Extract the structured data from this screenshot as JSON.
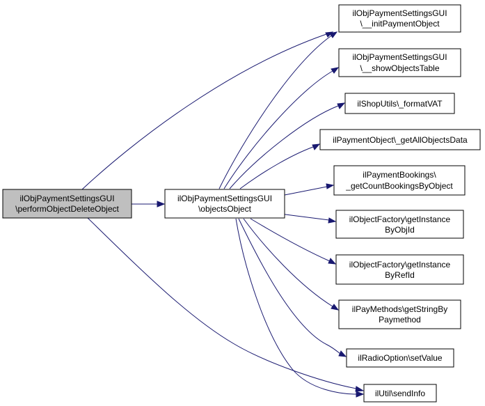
{
  "diagram": {
    "type": "call-graph",
    "nodes": [
      {
        "id": "root",
        "lines": [
          "ilObjPaymentSettingsGUI",
          "\\performObjectDeleteObject"
        ],
        "highlighted": true
      },
      {
        "id": "objects",
        "lines": [
          "ilObjPaymentSettingsGUI",
          "\\objectsObject"
        ]
      },
      {
        "id": "initPayment",
        "lines": [
          "ilObjPaymentSettingsGUI",
          "\\__initPaymentObject"
        ]
      },
      {
        "id": "showTable",
        "lines": [
          "ilObjPaymentSettingsGUI",
          "\\__showObjectsTable"
        ]
      },
      {
        "id": "formatVAT",
        "lines": [
          "ilShopUtils\\_formatVAT"
        ]
      },
      {
        "id": "allData",
        "lines": [
          "ilPaymentObject\\_getAllObjectsData"
        ]
      },
      {
        "id": "countBook",
        "lines": [
          "ilPaymentBookings\\",
          "_getCountBookingsByObject"
        ]
      },
      {
        "id": "instObj",
        "lines": [
          "ilObjectFactory\\getInstance",
          "ByObjId"
        ]
      },
      {
        "id": "instRef",
        "lines": [
          "ilObjectFactory\\getInstance",
          "ByRefId"
        ]
      },
      {
        "id": "payMethods",
        "lines": [
          "ilPayMethods\\getStringBy",
          "Paymethod"
        ]
      },
      {
        "id": "radio",
        "lines": [
          "ilRadioOption\\setValue"
        ]
      },
      {
        "id": "sendInfo",
        "lines": [
          "ilUtil\\sendInfo"
        ]
      }
    ],
    "edges": [
      {
        "from": "root",
        "to": "initPayment"
      },
      {
        "from": "root",
        "to": "objects"
      },
      {
        "from": "root",
        "to": "sendInfo"
      },
      {
        "from": "objects",
        "to": "initPayment"
      },
      {
        "from": "objects",
        "to": "showTable"
      },
      {
        "from": "objects",
        "to": "formatVAT"
      },
      {
        "from": "objects",
        "to": "allData"
      },
      {
        "from": "objects",
        "to": "countBook"
      },
      {
        "from": "objects",
        "to": "instObj"
      },
      {
        "from": "objects",
        "to": "instRef"
      },
      {
        "from": "objects",
        "to": "payMethods"
      },
      {
        "from": "objects",
        "to": "radio"
      },
      {
        "from": "objects",
        "to": "sendInfo"
      }
    ]
  }
}
